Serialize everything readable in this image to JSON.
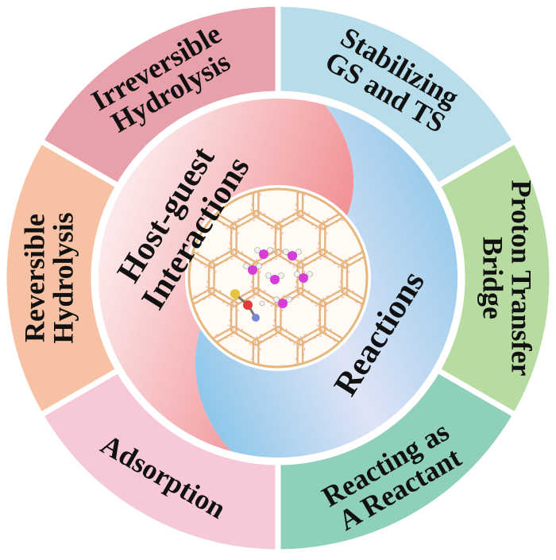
{
  "outer_segments": [
    {
      "id": "irreversible-hydrolysis",
      "lines": [
        "Irreversible",
        "Hydrolysis"
      ],
      "color": "#e8a0ab"
    },
    {
      "id": "stabilizing",
      "lines": [
        "Stabilizing",
        "GS and TS"
      ],
      "color": "#b7dcea"
    },
    {
      "id": "proton-transfer",
      "lines": [
        "Proton Transfer",
        "Bridge"
      ],
      "color": "#b8dba2"
    },
    {
      "id": "reacting-as-reactant",
      "lines": [
        "Reacting as",
        "A Reactant"
      ],
      "color": "#8fd0b8"
    },
    {
      "id": "adsorption",
      "lines": [
        "Adsorption"
      ],
      "color": "#f7c9d7"
    },
    {
      "id": "reversible-hydrolysis",
      "lines": [
        "Reversible",
        "Hydrolysis"
      ],
      "color": "#f7c2a3"
    }
  ],
  "inner": {
    "host_guest_lines": [
      "Host-guest",
      "Interactions"
    ],
    "reactions_label": "Reactions",
    "host_color": "#f0878c",
    "reactions_color": "#8ec7ea"
  },
  "colors": {
    "divider": "#ffffff",
    "framework": "#e5b77c",
    "framework_accent": "#f0a3a8",
    "water_oxygen": "#d63cd6",
    "water_hydrogen": "#f2f2f2",
    "guest_sulfur": "#e6c43c",
    "guest_oxygen": "#e03a3a",
    "guest_nitrogen": "#7a86d6"
  }
}
